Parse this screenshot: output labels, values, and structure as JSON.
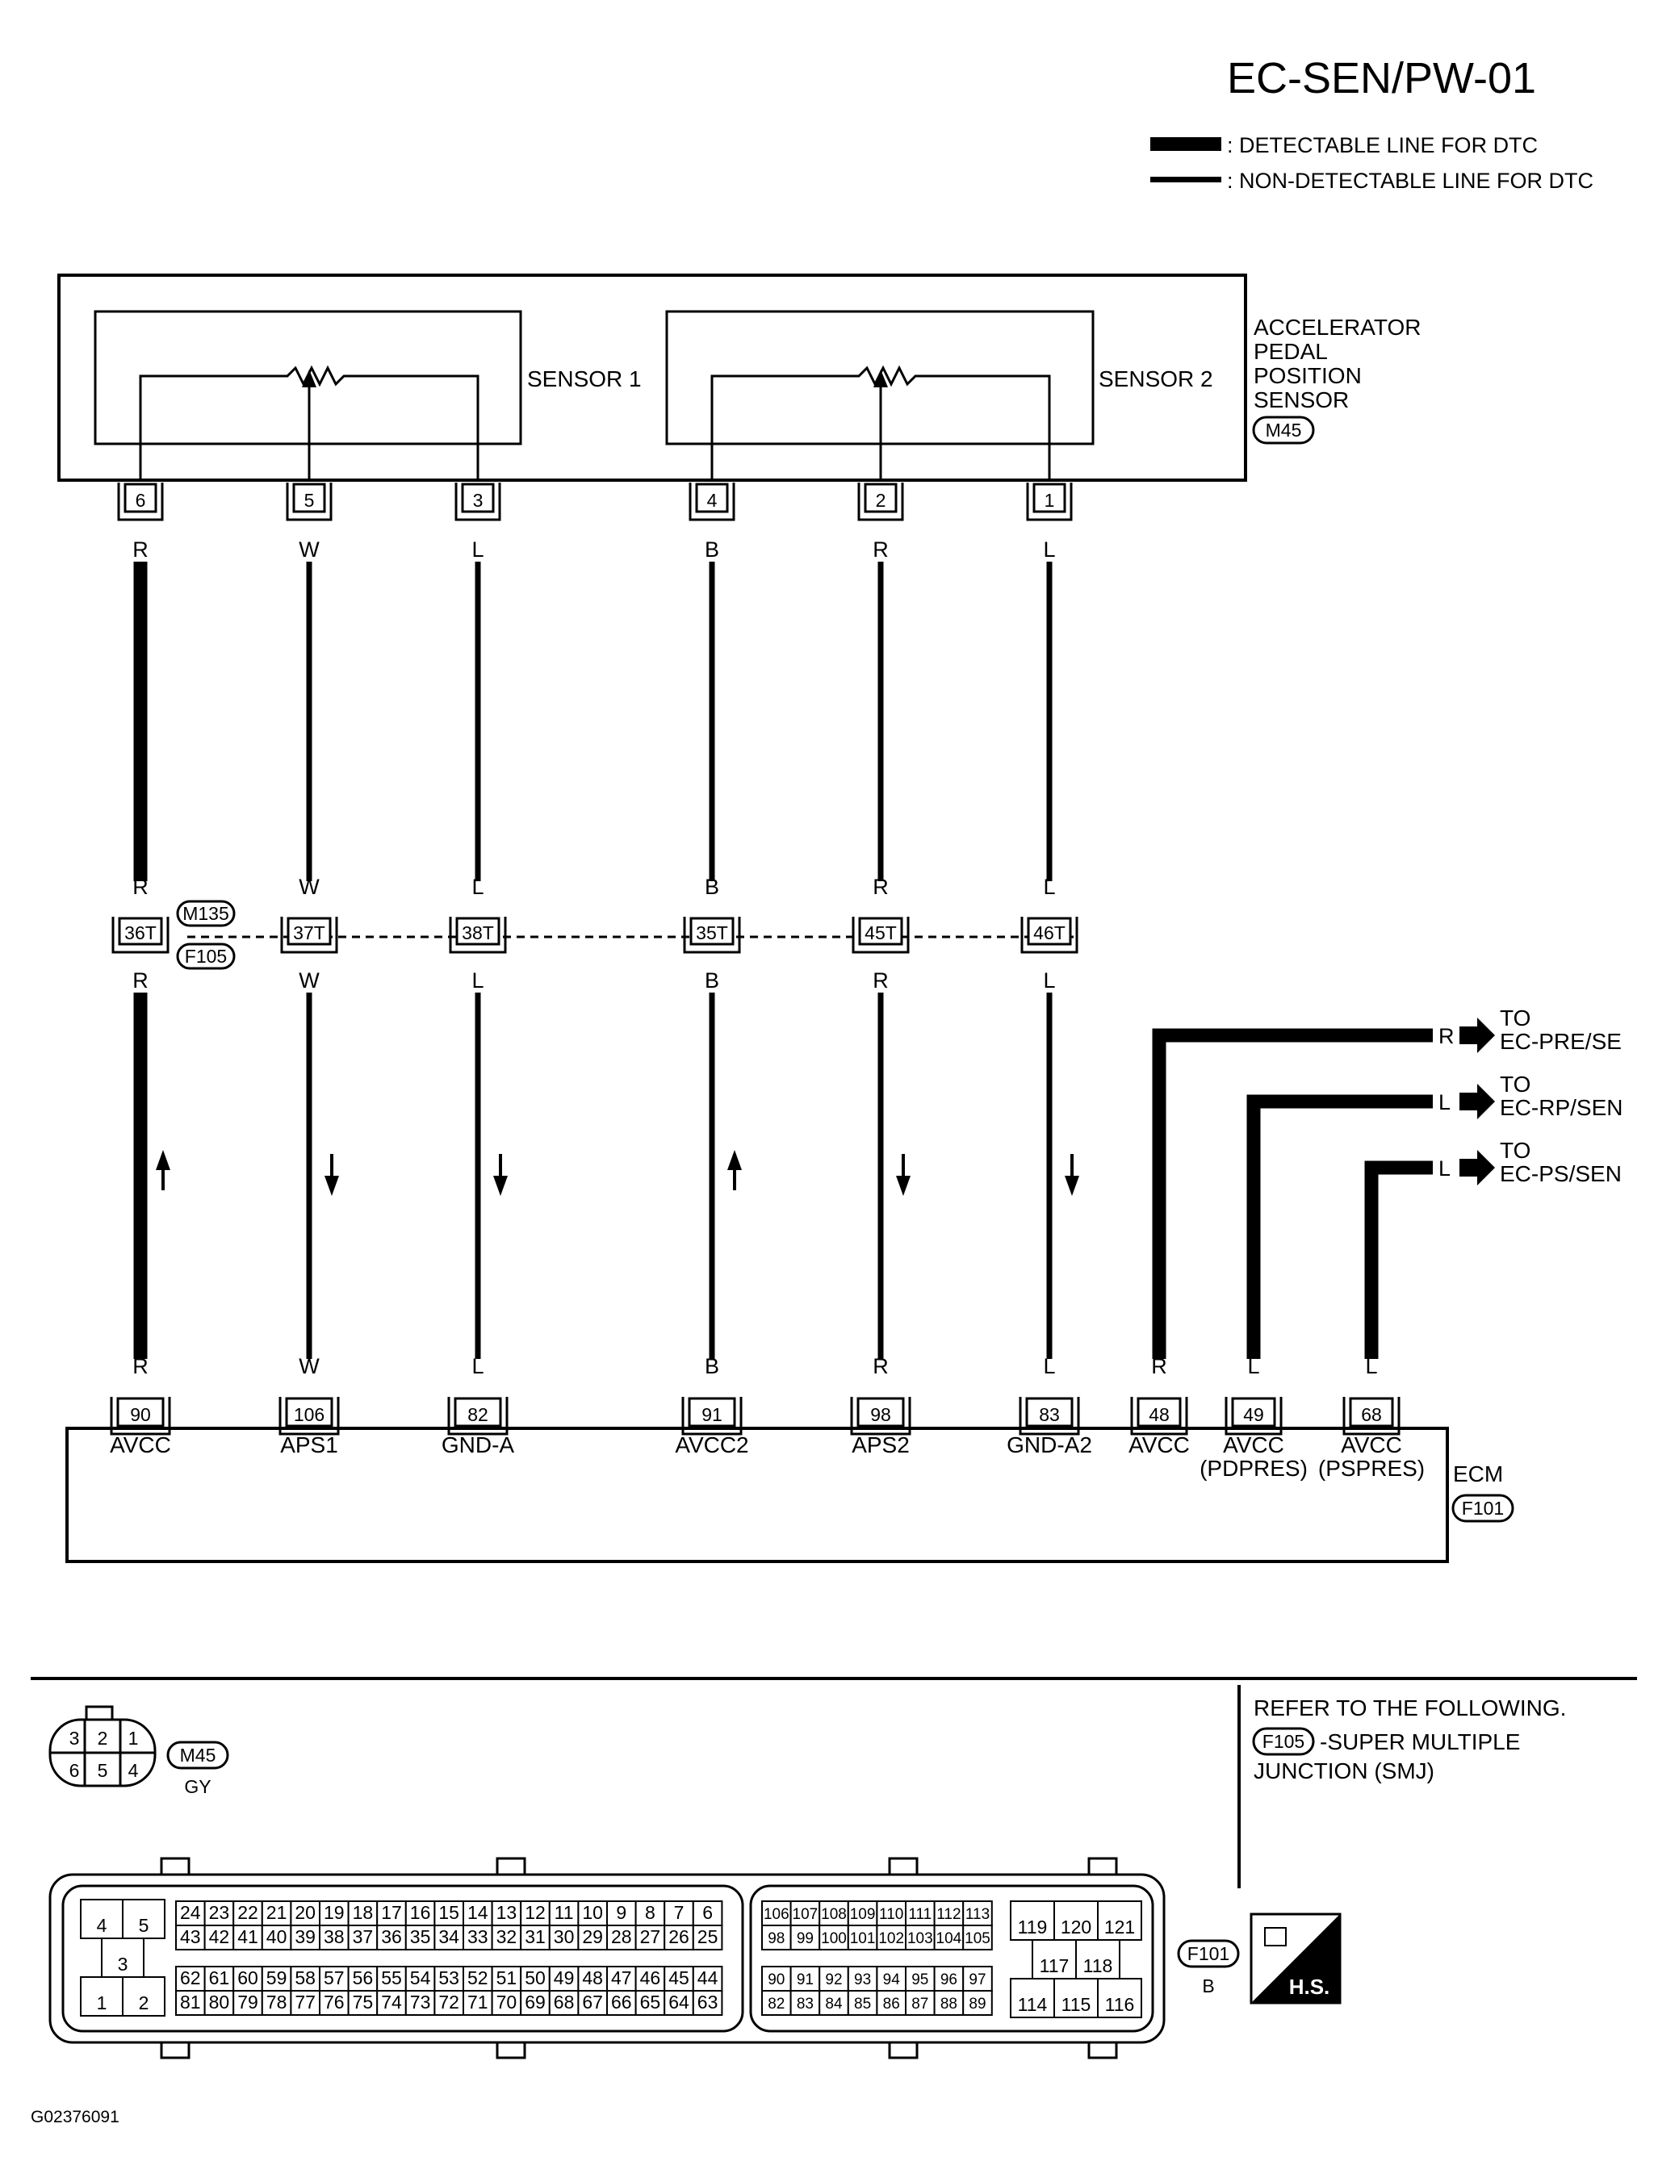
{
  "title": "EC-SEN/PW-01",
  "legend": {
    "detectable": ": DETECTABLE LINE FOR DTC",
    "non_detectable": ": NON-DETECTABLE LINE FOR DTC"
  },
  "sensor_assembly": {
    "name_lines": [
      "ACCELERATOR",
      "PEDAL",
      "POSITION",
      "SENSOR"
    ],
    "connector": "M45",
    "sensor1": "SENSOR 1",
    "sensor2": "SENSOR 2"
  },
  "junction": {
    "top": "M135",
    "bottom": "F105"
  },
  "circuits": [
    {
      "sensor_pin": "6",
      "color_top": "R",
      "color_junction_top": "R",
      "junction_pin": "36T",
      "color_junction_bottom": "R",
      "color_ecm": "R",
      "ecm_pin": "90",
      "ecm_label": "AVCC",
      "detectable": true,
      "arrow": "up"
    },
    {
      "sensor_pin": "5",
      "color_top": "W",
      "color_junction_top": "W",
      "junction_pin": "37T",
      "color_junction_bottom": "W",
      "color_ecm": "W",
      "ecm_pin": "106",
      "ecm_label": "APS1",
      "detectable": false,
      "arrow": "down"
    },
    {
      "sensor_pin": "3",
      "color_top": "L",
      "color_junction_top": "L",
      "junction_pin": "38T",
      "color_junction_bottom": "L",
      "color_ecm": "L",
      "ecm_pin": "82",
      "ecm_label": "GND-A",
      "detectable": false,
      "arrow": "down"
    },
    {
      "sensor_pin": "4",
      "color_top": "B",
      "color_junction_top": "B",
      "junction_pin": "35T",
      "color_junction_bottom": "B",
      "color_ecm": "B",
      "ecm_pin": "91",
      "ecm_label": "AVCC2",
      "detectable": false,
      "arrow": "up"
    },
    {
      "sensor_pin": "2",
      "color_top": "R",
      "color_junction_top": "R",
      "junction_pin": "45T",
      "color_junction_bottom": "R",
      "color_ecm": "R",
      "ecm_pin": "98",
      "ecm_label": "APS2",
      "detectable": false,
      "arrow": "down"
    },
    {
      "sensor_pin": "1",
      "color_top": "L",
      "color_junction_top": "L",
      "junction_pin": "46T",
      "color_junction_bottom": "L",
      "color_ecm": "L",
      "ecm_pin": "83",
      "ecm_label": "GND-A2",
      "detectable": false,
      "arrow": "down"
    }
  ],
  "ecm_branches": [
    {
      "ecm_pin": "48",
      "ecm_label": [
        "AVCC"
      ],
      "color_ecm": "R",
      "color_dest": "R",
      "dest": [
        "TO",
        "EC-PRE/SE"
      ]
    },
    {
      "ecm_pin": "49",
      "ecm_label": [
        "AVCC",
        "(PDPRES)"
      ],
      "color_ecm": "L",
      "color_dest": "L",
      "dest": [
        "TO",
        "EC-RP/SEN"
      ]
    },
    {
      "ecm_pin": "68",
      "ecm_label": [
        "AVCC",
        "(PSPRES)"
      ],
      "color_ecm": "L",
      "color_dest": "L",
      "dest": [
        "TO",
        "EC-PS/SEN"
      ]
    }
  ],
  "ecm": {
    "name": "ECM",
    "connector": "F101"
  },
  "refer": {
    "heading": "REFER TO THE FOLLOWING.",
    "connector": "F105",
    "text_line1": "-SUPER MULTIPLE",
    "text_line2": "JUNCTION (SMJ)"
  },
  "m45_face": {
    "connector": "M45",
    "color": "GY",
    "top_row": [
      "3",
      "2",
      "1"
    ],
    "bottom_row": [
      "6",
      "5",
      "4"
    ]
  },
  "f101_face": {
    "connector": "F101",
    "color": "B",
    "power_pins": {
      "row1": [
        "4",
        "5"
      ],
      "mid": "3",
      "row2": [
        "1",
        "2"
      ]
    },
    "block1": {
      "row1": [
        "24",
        "23",
        "22",
        "21",
        "20",
        "19",
        "18",
        "17",
        "16",
        "15",
        "14",
        "13",
        "12",
        "11",
        "10",
        "9",
        "8",
        "7",
        "6"
      ],
      "row2": [
        "43",
        "42",
        "41",
        "40",
        "39",
        "38",
        "37",
        "36",
        "35",
        "34",
        "33",
        "32",
        "31",
        "30",
        "29",
        "28",
        "27",
        "26",
        "25"
      ],
      "row3": [
        "62",
        "61",
        "60",
        "59",
        "58",
        "57",
        "56",
        "55",
        "54",
        "53",
        "52",
        "51",
        "50",
        "49",
        "48",
        "47",
        "46",
        "45",
        "44"
      ],
      "row4": [
        "81",
        "80",
        "79",
        "78",
        "77",
        "76",
        "75",
        "74",
        "73",
        "72",
        "71",
        "70",
        "69",
        "68",
        "67",
        "66",
        "65",
        "64",
        "63"
      ]
    },
    "block2": {
      "row1": [
        "106",
        "107",
        "108",
        "109",
        "110",
        "111",
        "112",
        "113"
      ],
      "row2": [
        "98",
        "99",
        "100",
        "101",
        "102",
        "103",
        "104",
        "105"
      ],
      "row3": [
        "90",
        "91",
        "92",
        "93",
        "94",
        "95",
        "96",
        "97"
      ],
      "row4": [
        "82",
        "83",
        "84",
        "85",
        "86",
        "87",
        "88",
        "89"
      ]
    },
    "block3": {
      "row1": [
        "119",
        "120",
        "121"
      ],
      "row2": [
        "117",
        "118"
      ],
      "row3": [
        "114",
        "115",
        "116"
      ]
    }
  },
  "hs_badge": "H.S.",
  "figure_id": "G02376091"
}
